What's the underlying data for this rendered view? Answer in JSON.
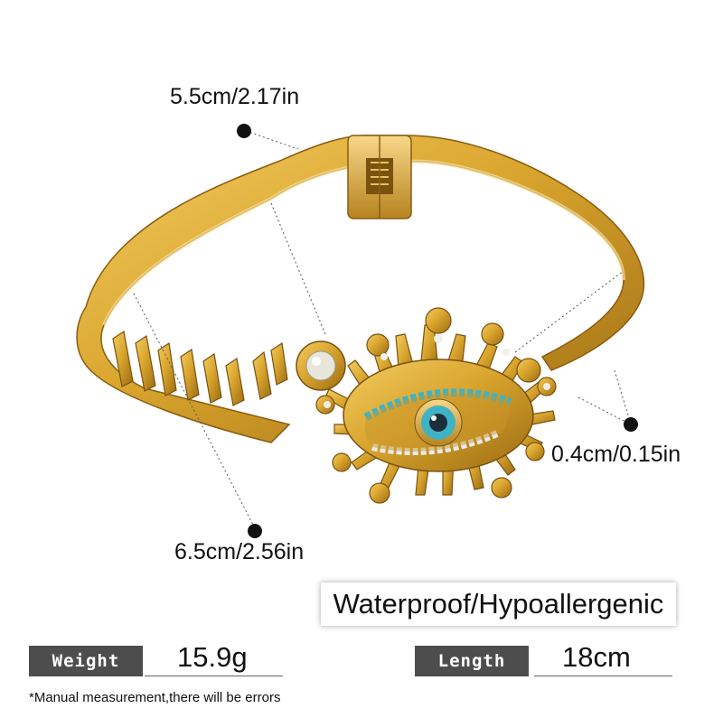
{
  "dimensions": {
    "top": "5.5cm/2.17in",
    "right": "0.4cm/0.15in",
    "bottom": "6.5cm/2.56in"
  },
  "feature": "Waterproof/Hypoallergenic",
  "specs": {
    "weight_label": "Weight",
    "weight_value": "15.9g",
    "length_label": "Length",
    "length_value": "18cm"
  },
  "note": "*Manual measurement,there will be errors",
  "colors": {
    "gold": "#d9a52e",
    "rhinestone_blue": "#3fb3c4",
    "tag_bg": "#4d4d4d"
  }
}
